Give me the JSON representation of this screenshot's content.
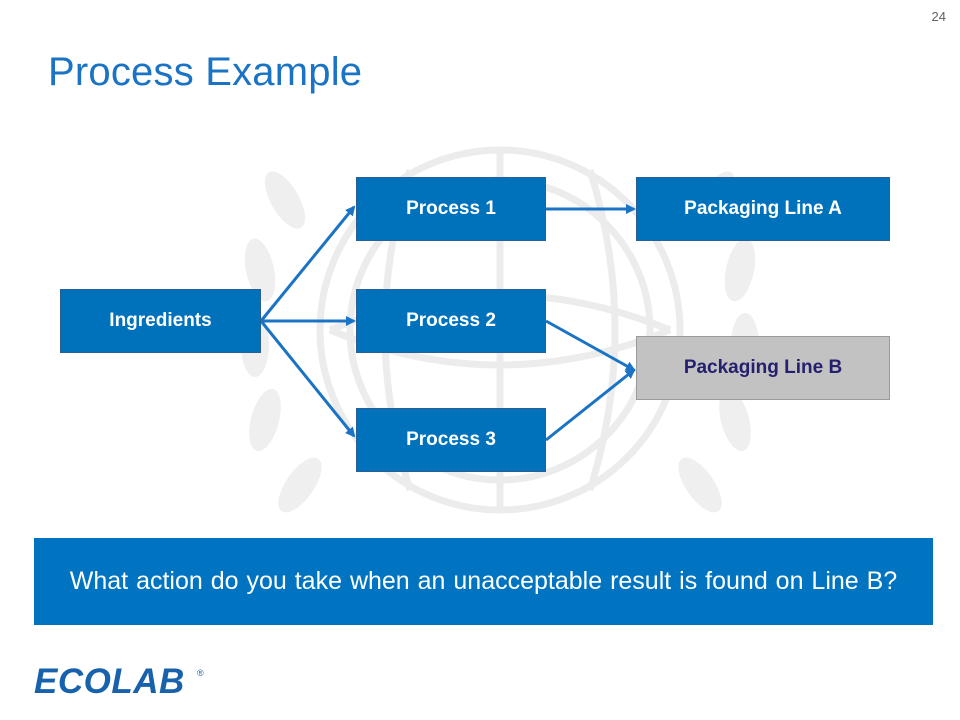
{
  "slide": {
    "page_number": "24",
    "title": "Process Example"
  },
  "diagram": {
    "nodes": {
      "ingredients": "Ingredients",
      "process_1": "Process 1",
      "process_2": "Process 2",
      "process_3": "Process 3",
      "packaging_line_a": "Packaging Line A",
      "packaging_line_b": "Packaging Line B"
    },
    "edges": [
      {
        "from": "ingredients",
        "to": "process_1"
      },
      {
        "from": "ingredients",
        "to": "process_2"
      },
      {
        "from": "ingredients",
        "to": "process_3"
      },
      {
        "from": "process_1",
        "to": "packaging_line_a"
      },
      {
        "from": "process_2",
        "to": "packaging_line_b"
      },
      {
        "from": "process_3",
        "to": "packaging_line_b"
      }
    ],
    "highlighted_node": "packaging_line_b"
  },
  "question": "What action do you take when an unacceptable result is found on Line B?",
  "footer": {
    "logo_text": "ECOLAB",
    "logo_mark": "®"
  },
  "colors": {
    "accent": "#0072bc",
    "title": "#1a73c4",
    "highlight_node": "#c2c2c2",
    "highlight_text": "#25206e"
  }
}
